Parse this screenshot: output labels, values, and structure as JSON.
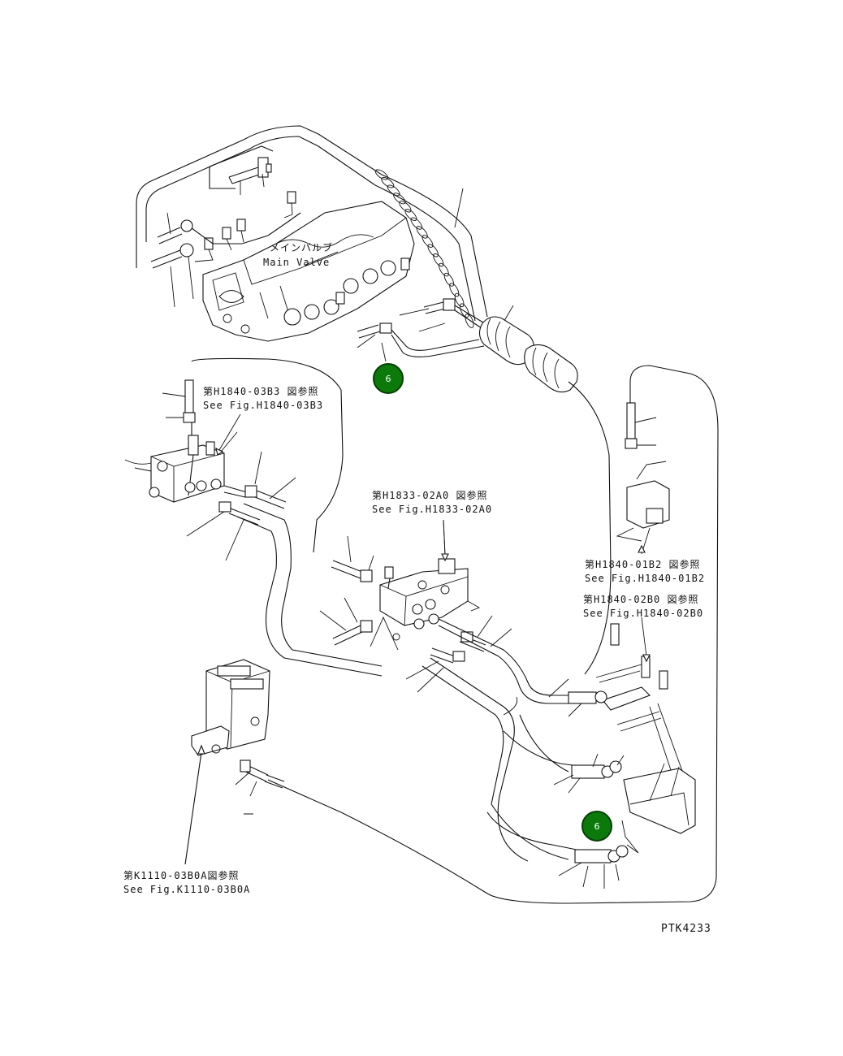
{
  "labels": {
    "main_valve_jp": "メインバルブ",
    "main_valve_en": "Main Valve",
    "ref1_jp": "第H1840-03B3 図参照",
    "ref1_en": "See Fig.H1840-03B3",
    "ref2_jp": "第H1833-02A0 図参照",
    "ref2_en": "See Fig.H1833-02A0",
    "ref3_jp": "第H1840-01B2 図参照",
    "ref3_en": "See Fig.H1840-01B2",
    "ref4_jp": "第H1840-02B0 図参照",
    "ref4_en": "See Fig.H1840-02B0",
    "ref5_jp": "第K1110-03B0A図参照",
    "ref5_en": "See Fig.K1110-03B0A",
    "drawing_number": "PTK4233"
  },
  "callouts": [
    {
      "label": "6"
    },
    {
      "label": "6"
    }
  ],
  "colors": {
    "callout_fill": "#0b7a0b",
    "line": "#111111",
    "background": "#ffffff"
  }
}
